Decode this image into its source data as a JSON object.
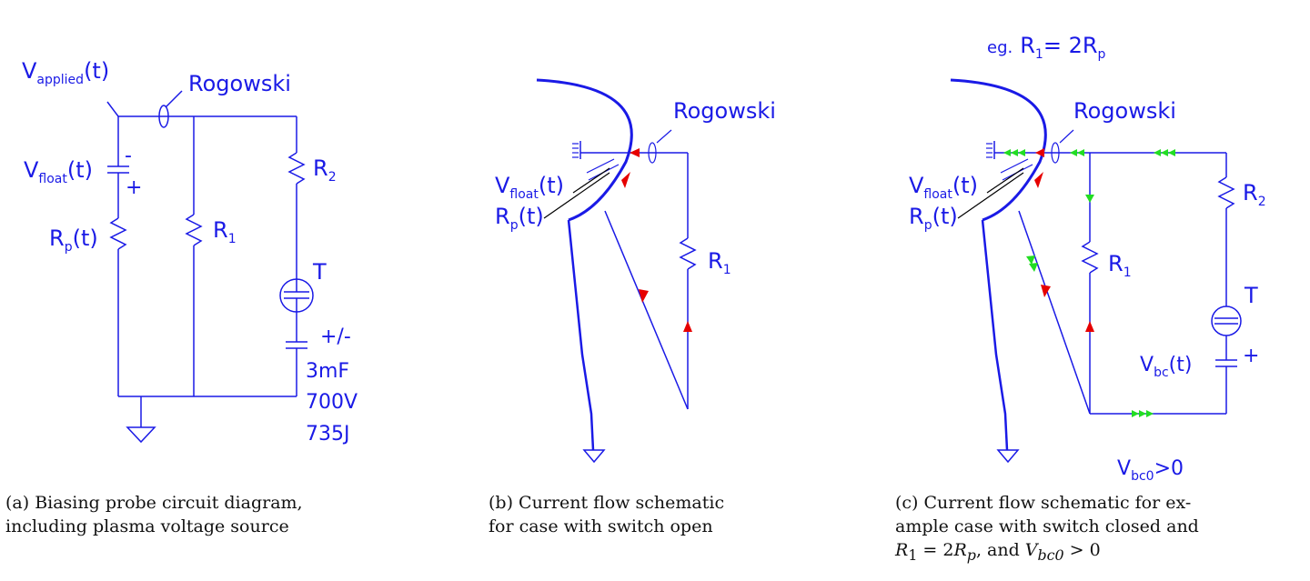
{
  "panel_a": {
    "v_applied": "V",
    "v_applied_sub": "applied",
    "v_applied_t": "(t)",
    "rogowski": "Rogowski",
    "v_float": "V",
    "v_float_sub": "float",
    "v_float_t": "(t)",
    "minus": "-",
    "plus": "+",
    "rp": "R",
    "rp_sub": "p",
    "rp_t": "(t)",
    "r1": "R",
    "r1_sub": "1",
    "r2": "R",
    "r2_sub": "2",
    "t": "T",
    "cap_pm": "+/-",
    "cap_value": "3mF",
    "cap_voltage": "700V",
    "cap_energy": "735J"
  },
  "panel_b": {
    "rogowski": "Rogowski",
    "v_float": "V",
    "v_float_sub": "float",
    "v_float_t": "(t)",
    "rp": "R",
    "rp_sub": "p",
    "rp_t": "(t)",
    "r1": "R",
    "r1_sub": "1"
  },
  "panel_c": {
    "eg": "eg.",
    "eq_r1": "R",
    "eq_r1_sub": "1",
    "eq_rest": "= 2R",
    "eq_rp_sub": "p",
    "rogowski": "Rogowski",
    "v_float": "V",
    "v_float_sub": "float",
    "v_float_t": "(t)",
    "rp": "R",
    "rp_sub": "p",
    "rp_t": "(t)",
    "r1": "R",
    "r1_sub": "1",
    "r2": "R",
    "r2_sub": "2",
    "t": "T",
    "vbc": "V",
    "vbc_sub": "bc",
    "vbc_t": "(t)",
    "plus": "+",
    "vbc0": "V",
    "vbc0_sub": "bc0",
    "vbc0_rest": ">0"
  },
  "captions": {
    "a_line1": "(a) Biasing probe circuit diagram,",
    "a_line2": "including plasma voltage source",
    "b_line1": "(b) Current flow schematic",
    "b_line2": "for case with switch open",
    "c_line1": "(c) Current flow schematic for ex-",
    "c_line2": "ample case with switch closed and",
    "c_line3_a": "R",
    "c_line3_a_sub": "1",
    "c_line3_b": " = 2",
    "c_line3_c": "R",
    "c_line3_c_sub": "p",
    "c_line3_d": ", and ",
    "c_line3_e": "V",
    "c_line3_e_sub": "bc0",
    "c_line3_f": " > 0"
  },
  "colors": {
    "wire": "#1a1ae6",
    "arrow_red": "#e60000",
    "arrow_green": "#22dd22"
  }
}
